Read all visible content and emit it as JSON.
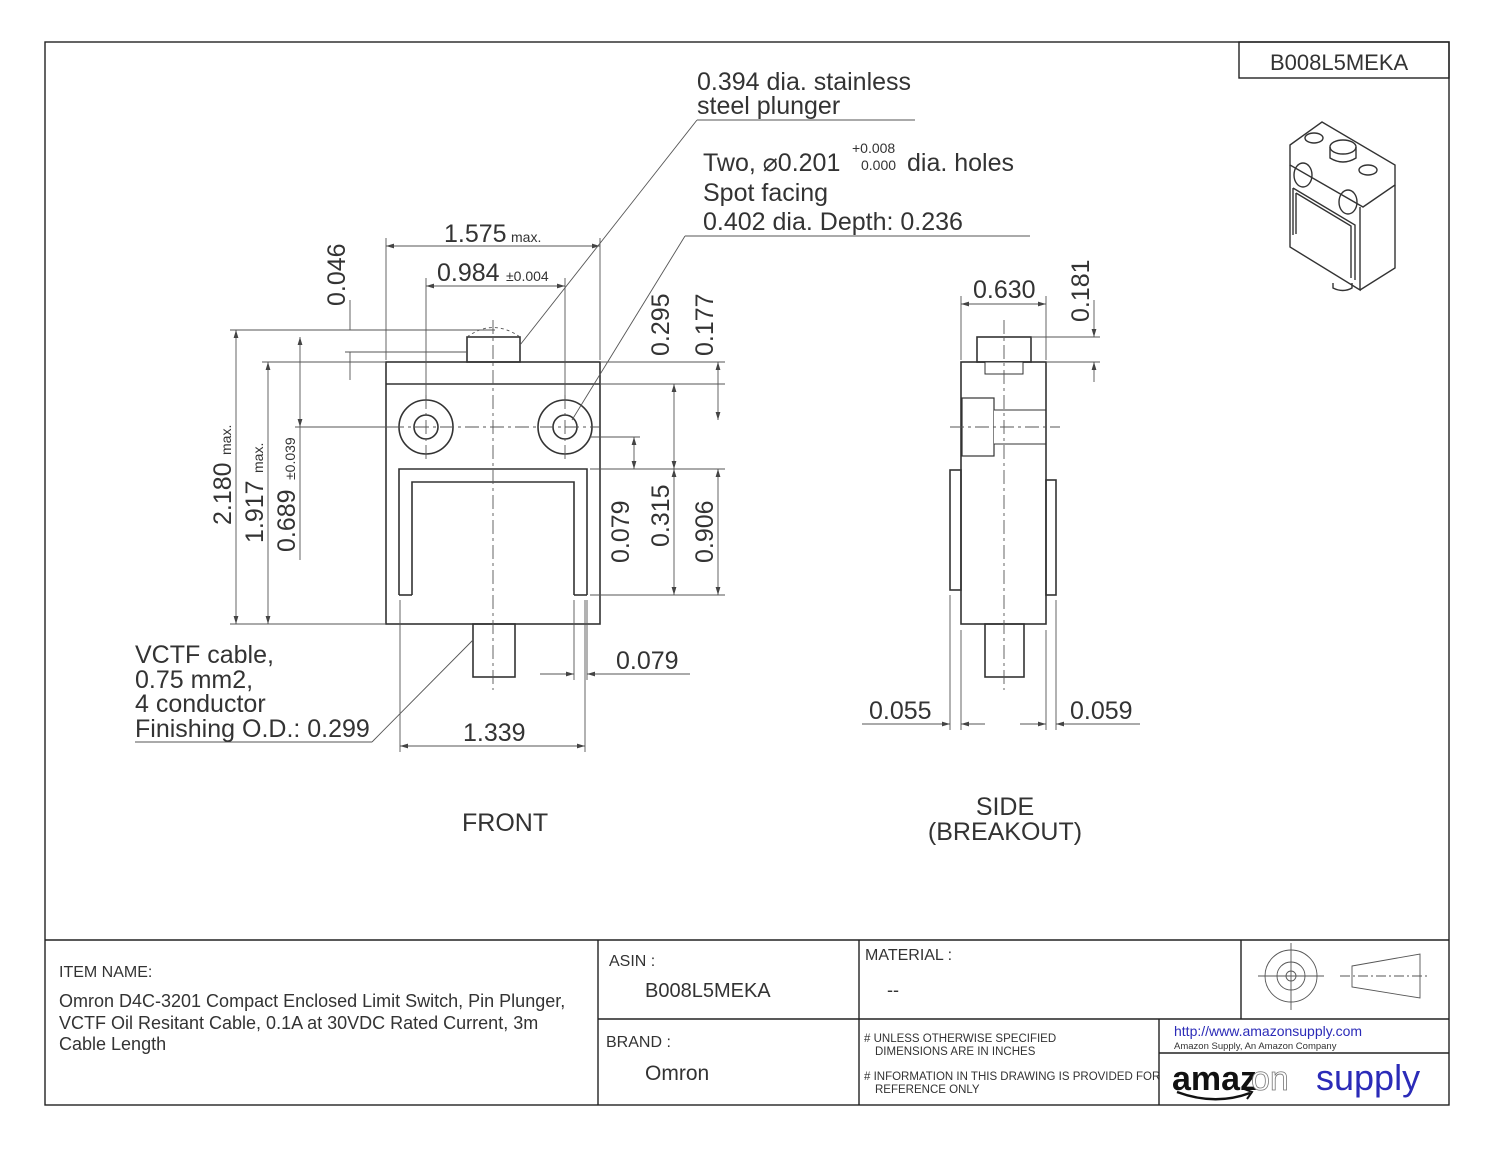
{
  "part_number_box": "B008L5MEKA",
  "annotations": {
    "plunger_line1": "0.394 dia. stainless",
    "plunger_line2": "steel plunger",
    "holes_line1": "Two, ⌀0.201",
    "holes_tol_plus": "+0.008",
    "holes_tol_minus": "0.000",
    "holes_line1_suffix": "dia. holes",
    "holes_line2": "Spot facing",
    "holes_line3": "0.402 dia. Depth: 0.236",
    "cable_line1": "VCTF cable,",
    "cable_line2": "0.75 mm2,",
    "cable_line3": "4 conductor",
    "cable_line4": "Finishing O.D.: 0.299"
  },
  "dimensions": {
    "width_max": "1.575",
    "width_max_suffix": "max.",
    "hole_spacing": "0.984",
    "hole_spacing_tol": "±0.004",
    "plunger_height": "0.046",
    "total_height": "2.180",
    "total_height_suffix": "max.",
    "body_height": "1.917",
    "body_height_suffix": "max.",
    "hole_height": "0.689",
    "hole_height_tol": "±0.039",
    "d_0295": "0.295",
    "d_0177": "0.177",
    "d_0079_v": "0.079",
    "d_0315": "0.315",
    "d_0906": "0.906",
    "d_0079_h": "0.079",
    "d_1339": "1.339",
    "side_width": "0.630",
    "side_plunger": "0.181",
    "side_left": "0.055",
    "side_right": "0.059"
  },
  "view_labels": {
    "front": "FRONT",
    "side": "SIDE",
    "side_sub": "(BREAKOUT)"
  },
  "title_block": {
    "item_name_label": "ITEM NAME:",
    "item_name_lines": [
      "Omron D4C-3201 Compact Enclosed Limit Switch, Pin Plunger,",
      "VCTF Oil Resitant Cable, 0.1A at 30VDC Rated Current, 3m",
      "Cable Length"
    ],
    "asin_label": "ASIN :",
    "asin": "B008L5MEKA",
    "brand_label": "BRAND :",
    "brand": "Omron",
    "material_label": "MATERIAL :",
    "material": "--",
    "note1_line1": "# UNLESS OTHERWISE SPECIFIED",
    "note1_line2": "DIMENSIONS ARE IN INCHES",
    "note2_line1": "# INFORMATION IN THIS DRAWING IS PROVIDED FOR",
    "note2_line2": "REFERENCE ONLY",
    "url": "http://www.amazonsupply.com",
    "company": "Amazon Supply, An Amazon Company",
    "logo_text_a": "amaz",
    "logo_text_b": "on",
    "logo_text_c": "supply"
  },
  "colors": {
    "logo_blue": "#2b2bb8",
    "line": "#333333"
  }
}
